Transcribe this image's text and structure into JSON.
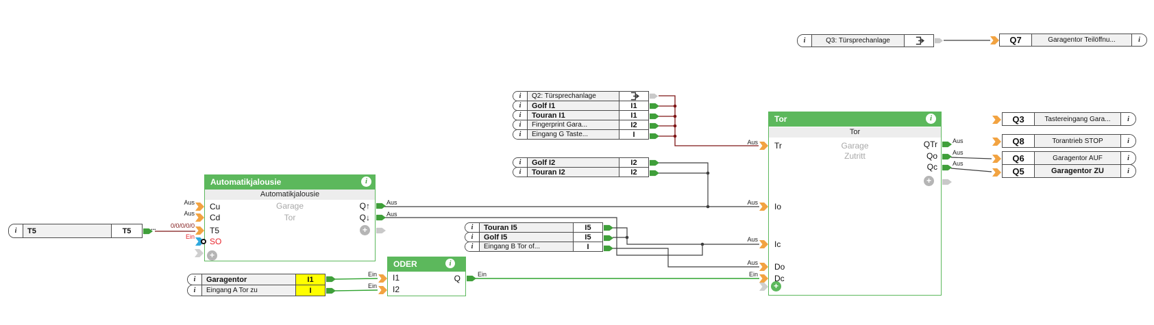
{
  "icons": {
    "info": "i"
  },
  "t5ref": {
    "label": "T5",
    "cell": "T5",
    "out_value": "...",
    "wire_value": "0/0/0/0/0"
  },
  "auto": {
    "title": "Automatikjalousie",
    "subtitle": "Automatikjalousie",
    "desc1": "Garage",
    "desc2": "Tor",
    "in": [
      {
        "n": "Cu",
        "s": "Aus"
      },
      {
        "n": "Cd",
        "s": "Aus"
      },
      {
        "n": "T5",
        "s": "0/0/0/0/0"
      },
      {
        "n": "SO",
        "s": "Ein"
      }
    ],
    "out": [
      {
        "n": "Q↑",
        "s": "Aus"
      },
      {
        "n": "Q↓",
        "s": "Aus"
      }
    ]
  },
  "oder": {
    "title": "ODER",
    "in": [
      {
        "n": "I1",
        "s": "Ein"
      },
      {
        "n": "I2",
        "s": "Ein"
      }
    ],
    "out": {
      "n": "Q",
      "s": "Ein"
    }
  },
  "tor": {
    "title": "Tor",
    "subtitle": "Tor",
    "desc1": "Garage",
    "desc2": "Zutritt",
    "in": [
      {
        "n": "Tr",
        "s": "Aus"
      },
      {
        "n": "Io",
        "s": "Aus"
      },
      {
        "n": "Ic",
        "s": "Aus"
      },
      {
        "n": "Do",
        "s": "Aus"
      },
      {
        "n": "Dc",
        "s": "Ein"
      }
    ],
    "out": [
      {
        "n": "QTr",
        "s": "Aus"
      },
      {
        "n": "Qo",
        "s": "Aus"
      },
      {
        "n": "Qc",
        "s": "Aus"
      }
    ]
  },
  "g1": [
    {
      "l": "Q2: Türsprechanlage",
      "c": ""
    },
    {
      "l": "Golf I1",
      "c": "I1"
    },
    {
      "l": "Touran I1",
      "c": "I1"
    },
    {
      "l": "Fingerprint Gara...",
      "c": "I2"
    },
    {
      "l": "Eingang G Taste...",
      "c": "I"
    }
  ],
  "g2": [
    {
      "l": "Golf I2",
      "c": "I2"
    },
    {
      "l": "Touran I2",
      "c": "I2"
    }
  ],
  "g3": [
    {
      "l": "Touran I5",
      "c": "I5"
    },
    {
      "l": "Golf I5",
      "c": "I5"
    },
    {
      "l": "Eingang B Tor of...",
      "c": "I"
    }
  ],
  "g4": [
    {
      "l": "Garagentor",
      "c": "I1"
    },
    {
      "l": "Eingang A Tor zu",
      "c": "I"
    }
  ],
  "right_outputs": [
    {
      "q": "Q3",
      "l": "Tastereingang Gara..."
    },
    {
      "q": "Q8",
      "l": "Torantrieb STOP"
    },
    {
      "q": "Q6",
      "l": "Garagentor AUF"
    },
    {
      "q": "Q5",
      "l": "Garagentor ZU"
    }
  ],
  "top_right": {
    "source_label": "Q3: Türsprechanlage",
    "target_q": "Q7",
    "target_label": "Garagentor Teilöffnu..."
  }
}
